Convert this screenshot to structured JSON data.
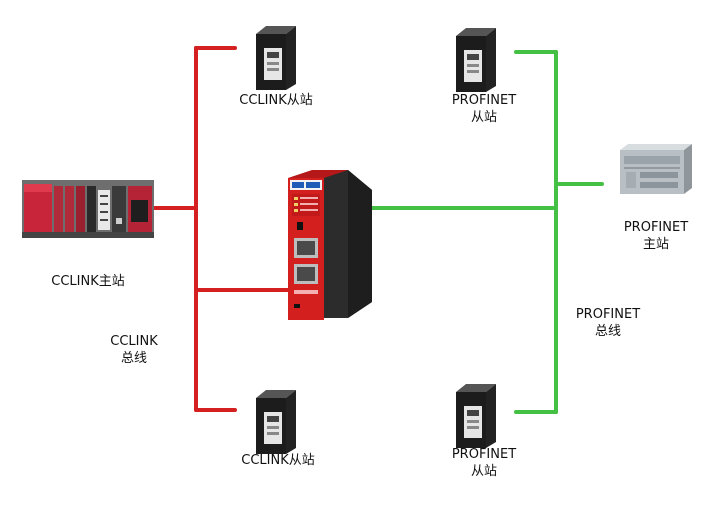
{
  "labels": {
    "cclink_master": "CCLINK主站",
    "cclink_slave_top": "CCLINK从站",
    "cclink_slave_bottom": "CCLINK从站",
    "cclink_bus_line1": "CCLINK",
    "cclink_bus_line2": "总线",
    "profinet_slave_top_line1": "PROFINET",
    "profinet_slave_top_line2": "从站",
    "profinet_slave_bottom_line1": "PROFINET",
    "profinet_slave_bottom_line2": "从站",
    "profinet_master_line1": "PROFINET",
    "profinet_master_line2": "主站",
    "profinet_bus_line1": "PROFINET",
    "profinet_bus_line2": "总线"
  },
  "colors": {
    "cclink_bus": "#d42020",
    "profinet_bus": "#44c044",
    "gateway_body": "#d41f1f"
  }
}
